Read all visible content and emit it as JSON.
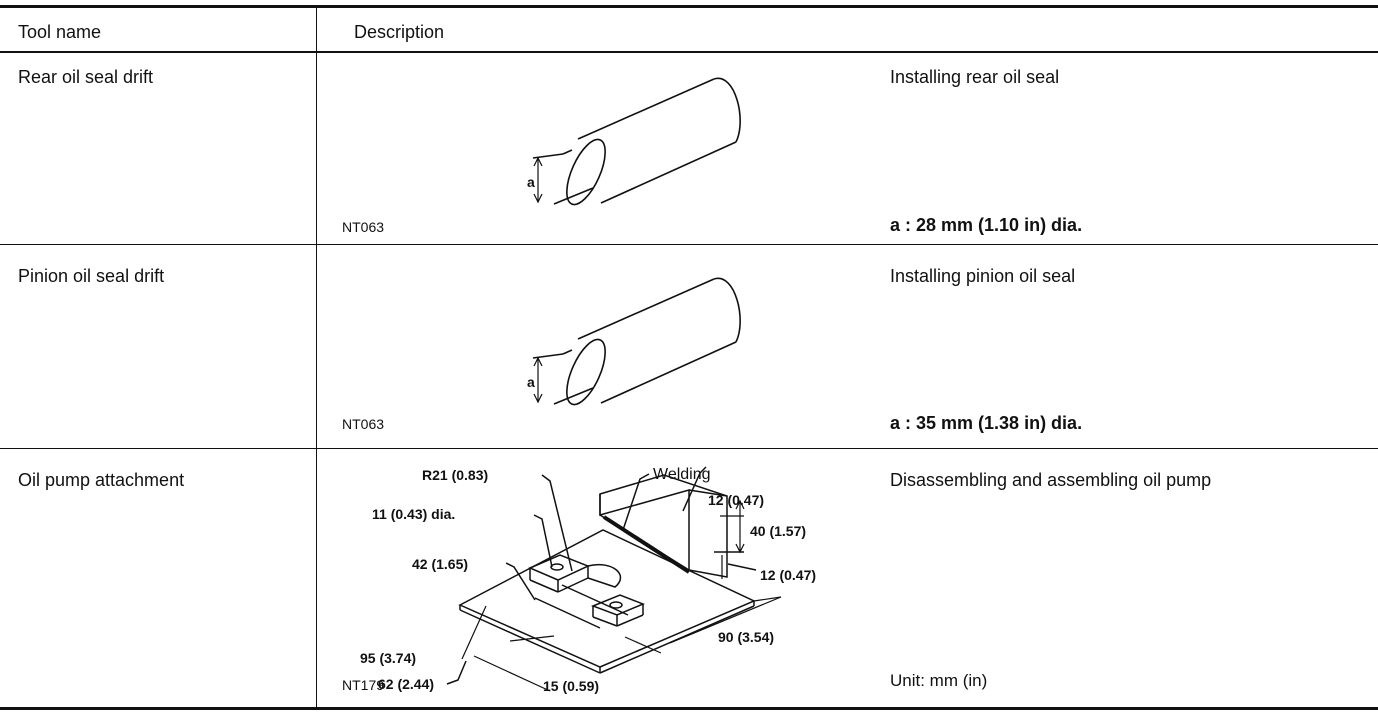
{
  "table": {
    "headers": {
      "tool_name": "Tool name",
      "description": "Description"
    },
    "rows": [
      {
        "tool_name": "Rear oil seal drift",
        "figure_code": "NT063",
        "figure_label": "a",
        "usage": "Installing rear oil seal",
        "spec": "a : 28 mm (1.10 in) dia."
      },
      {
        "tool_name": "Pinion oil seal drift",
        "figure_code": "NT063",
        "figure_label": "a",
        "usage": "Installing pinion oil seal",
        "spec": "a : 35 mm (1.38 in) dia."
      },
      {
        "tool_name": "Oil pump attachment",
        "figure_code": "NT179",
        "usage": "Disassembling and assembling oil pump",
        "spec": "Unit: mm (in)",
        "dimensions": {
          "radius": "R21 (0.83)",
          "welding": "Welding",
          "hole": "11 (0.43) dia.",
          "top_thickness": "12 (0.47)",
          "height": "40 (1.57)",
          "side_thickness": "12 (0.47)",
          "depth": "42 (1.65)",
          "length": "95 (3.74)",
          "inner_length": "62 (2.44)",
          "slot": "15 (0.59)",
          "width": "90 (3.54)"
        }
      }
    ]
  }
}
